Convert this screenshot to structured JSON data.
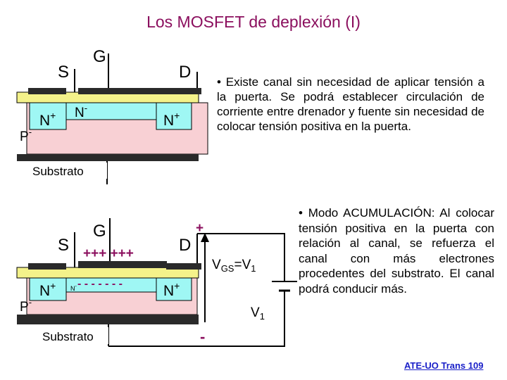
{
  "slide": {
    "title": "Los MOSFET de deplexión (I)",
    "paragraph_1": "• Existe canal sin necesidad de aplicar tensión a la puerta. Se podrá establecer circulación de corriente entre drenador y fuente sin necesidad de colocar tensión positiva en la puerta.",
    "paragraph_2": "• Modo ACUMULACIÓN: Al colocar tensión positiva en la puerta con relación al canal, se refuerza el canal con más electrones procedentes del substrato. El canal podrá conducir más.",
    "footer": "ATE-UO Trans 109"
  },
  "diagram_top": {
    "source": "S",
    "gate": "G",
    "drain": "D",
    "n_source": "N",
    "n_source_sup": "+",
    "channel": "N",
    "channel_sup": "-",
    "n_drain": "N",
    "n_drain_sup": "+",
    "substrate_type": "P",
    "substrate_sup": "-",
    "substrate_label": "Substrato"
  },
  "diagram_bottom": {
    "source": "S",
    "gate": "G",
    "drain": "D",
    "gate_charges": "+++ +++",
    "channel_charges": "- - - - - - -",
    "n_source": "N",
    "n_source_sup": "+",
    "channel": "N",
    "channel_sup": "-",
    "n_drain": "N",
    "n_drain_sup": "+",
    "substrate_type": "P",
    "substrate_sup": "-",
    "substrate_label": "Substrato",
    "plus_sign": "+",
    "minus_sign": "-",
    "vgs_main": "V",
    "vgs_sub": "GS",
    "vgs_eq": "=V",
    "vgs_eq_sub": "1",
    "v1_main": "V",
    "v1_sub": "1"
  },
  "colors": {
    "title": "#8b0f5e",
    "substrate": "#f8d0d4",
    "n_region": "#9ff7f4",
    "oxide": "#f4f28a",
    "metal": "#2a2a2a",
    "footer": "#1a20c8"
  }
}
